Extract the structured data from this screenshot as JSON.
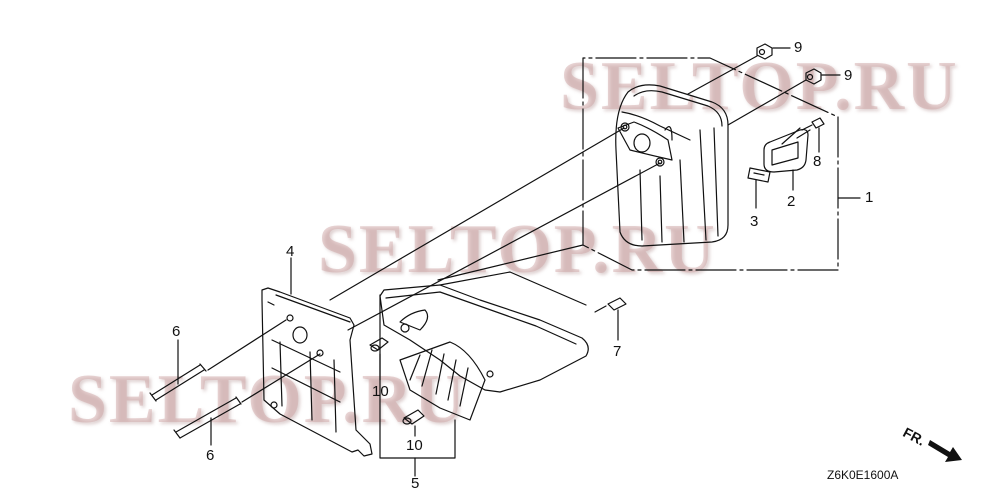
{
  "diagram": {
    "watermarks": [
      "SELTOP.RU",
      "SELTOP.RU",
      "SELTOP.RU"
    ],
    "drawing_code": "Z6K0E1600A",
    "front_indicator": "FR.",
    "callouts": [
      {
        "id": "1",
        "label": "1"
      },
      {
        "id": "2",
        "label": "2"
      },
      {
        "id": "3",
        "label": "3"
      },
      {
        "id": "4",
        "label": "4"
      },
      {
        "id": "5",
        "label": "5"
      },
      {
        "id": "6a",
        "label": "6"
      },
      {
        "id": "6b",
        "label": "6"
      },
      {
        "id": "7",
        "label": "7"
      },
      {
        "id": "8",
        "label": "8"
      },
      {
        "id": "9a",
        "label": "9"
      },
      {
        "id": "9b",
        "label": "9"
      },
      {
        "id": "10a",
        "label": "10"
      },
      {
        "id": "10b",
        "label": "10"
      }
    ],
    "line_color": "#111111",
    "watermark_color": "#d4a8a8"
  }
}
